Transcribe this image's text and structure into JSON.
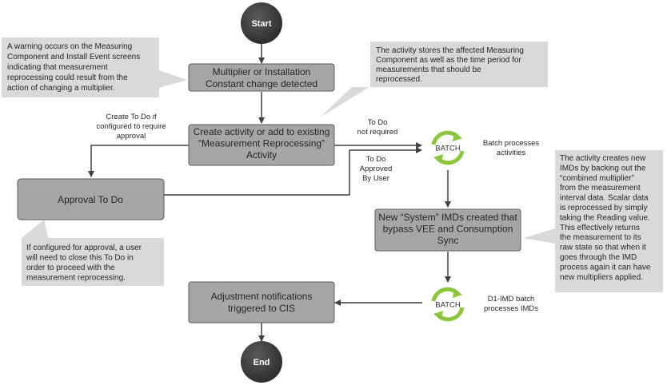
{
  "terminals": {
    "start": "Start",
    "end": "End"
  },
  "nodes": {
    "detect": [
      "Multiplier or Installation",
      "Constant change detected"
    ],
    "create_activity": [
      "Create activity or add to existing",
      "“Measurement Reprocessing”",
      "Activity"
    ],
    "approval": [
      "Approval To Do"
    ],
    "system_imds": [
      "New “System” IMDs created that",
      "bypass VEE and Consumption",
      "Sync"
    ],
    "adjustment": [
      "Adjustment notifications",
      "triggered to CIS"
    ]
  },
  "batch": {
    "label": "BATCH"
  },
  "labels": {
    "create_todo": [
      "Create To Do if",
      "configured to require",
      "approval"
    ],
    "todo_not_required": [
      "To Do",
      "not required"
    ],
    "todo_approved": [
      "To Do",
      "Approved",
      "By User"
    ],
    "batch_activities": [
      "Batch processes",
      "activities"
    ],
    "batch_imds": [
      "D1-IMD batch",
      "processes IMDs"
    ]
  },
  "notes": {
    "warning": [
      "A warning occurs on the Measuring",
      "Component and Install Event screens",
      "indicating that measurement",
      "reprocessing could result from the",
      "action of changing a multiplier."
    ],
    "activity_stores": [
      "The activity stores the affected Measuring",
      "Component as well as the time period for",
      "measurements that should be",
      "reprocessed."
    ],
    "activity_creates": [
      "The activity creates new",
      "IMDs by backing out the",
      "“combined multiplier”",
      "from the measurement",
      "interval data.  Scalar data",
      "is reprocessed by simply",
      "taking the Reading value.",
      "This effectively returns",
      "the measurement to its",
      "raw state so that when it",
      "goes through the IMD",
      "process again it can have",
      "new multipliers applied."
    ],
    "approval_note": [
      "If configured for approval, a user",
      "will need to close this To Do in",
      "order to proceed with the",
      "measurement reprocessing."
    ]
  },
  "colors": {
    "node_fill": "#a6a6a6",
    "callout_fill": "#d9d9d9",
    "terminal_fill": "#3a3a3a",
    "batch_arrow": "#8cc63f"
  }
}
